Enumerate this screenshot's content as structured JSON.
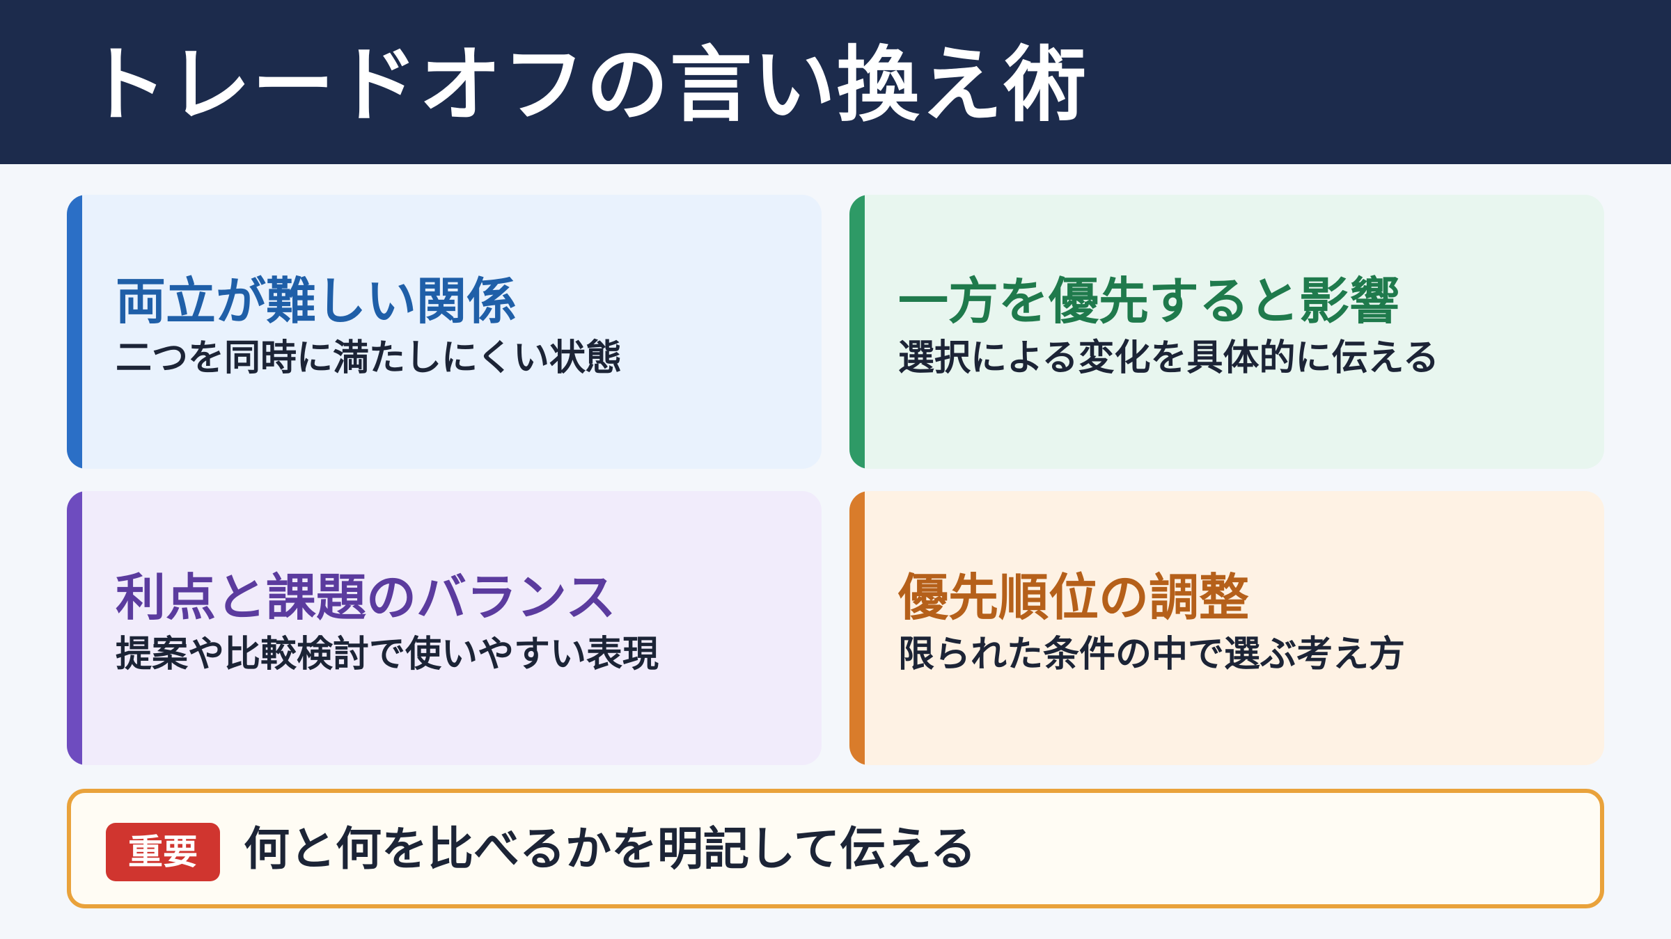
{
  "header": {
    "title": "トレードオフの言い換え術"
  },
  "cards": [
    {
      "title": "両立が難しい関係",
      "description": "二つを同時に満たしにくい状態",
      "accent_color": "#2b6fc6",
      "title_color": "#1f5fa8"
    },
    {
      "title": "一方を優先すると影響",
      "description": "選択による変化を具体的に伝える",
      "accent_color": "#2e9a66",
      "title_color": "#1f7a4c"
    },
    {
      "title": "利点と課題のバランス",
      "description": "提案や比較検討で使いやすい表現",
      "accent_color": "#6e4cbf",
      "title_color": "#5b3b9e"
    },
    {
      "title": "優先順位の調整",
      "description": "限られた条件の中で選ぶ考え方",
      "accent_color": "#d97c2b",
      "title_color": "#b5601a"
    }
  ],
  "callout": {
    "badge": "重要",
    "text": "何と何を比べるかを明記して伝える",
    "border_color": "#e9a23b",
    "badge_color": "#d0352f"
  }
}
